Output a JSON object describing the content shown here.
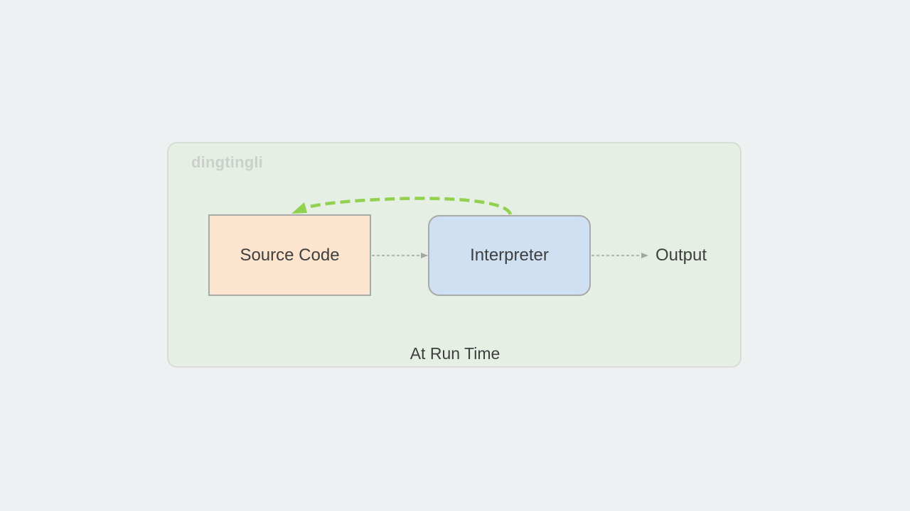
{
  "watermark": "dingtingli",
  "nodes": {
    "source_code": "Source Code",
    "interpreter": "Interpreter",
    "output": "Output"
  },
  "caption": "At Run Time",
  "colors": {
    "background": "#eff0f2",
    "panel": "#e5efe4",
    "source_fill": "#fce4cf",
    "interpreter_fill": "#cfe0f2",
    "feedback_arrow": "#92d050",
    "flow_arrow": "#a6a6a6"
  },
  "edges": [
    {
      "from": "source_code",
      "to": "interpreter",
      "style": "dashed"
    },
    {
      "from": "interpreter",
      "to": "output",
      "style": "dashed"
    },
    {
      "from": "interpreter",
      "to": "source_code",
      "style": "dashed-curved"
    }
  ]
}
